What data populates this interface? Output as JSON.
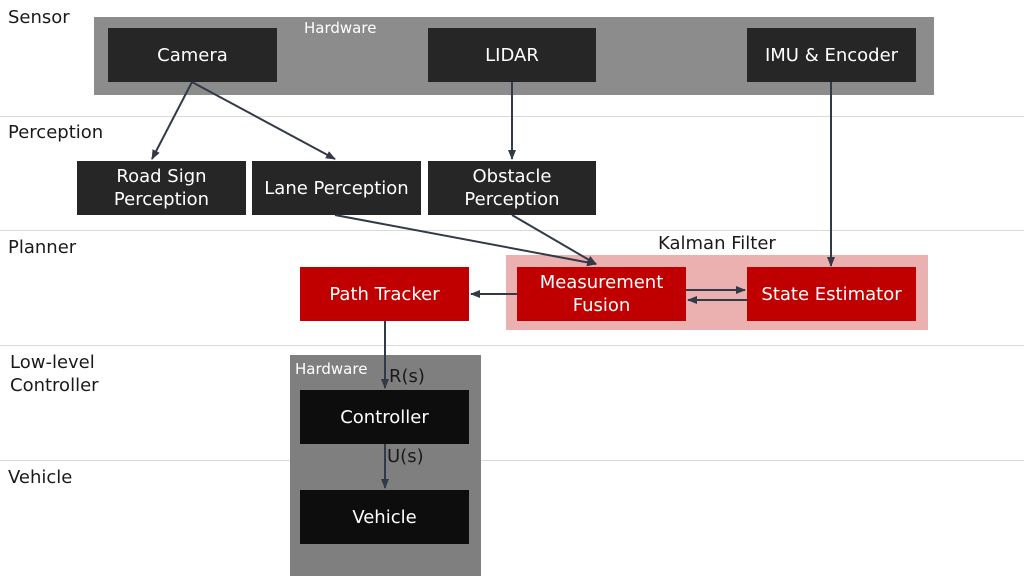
{
  "lanes": {
    "sensor": "Sensor",
    "perception": "Perception",
    "planner": "Planner",
    "low_level": "Low-level\nController",
    "vehicle": "Vehicle"
  },
  "panels": {
    "sensor_hardware": "Hardware",
    "kalman_filter": "Kalman Filter",
    "controller_hardware": "Hardware"
  },
  "nodes": {
    "camera": "Camera",
    "lidar": "LIDAR",
    "imu_encoder": "IMU & Encoder",
    "road_sign_perception": "Road Sign\nPerception",
    "lane_perception": "Lane Perception",
    "obstacle_perception": "Obstacle\nPerception",
    "measurement_fusion": "Measurement\nFusion",
    "state_estimator": "State Estimator",
    "path_tracker": "Path Tracker",
    "controller": "Controller",
    "vehicle": "Vehicle"
  },
  "signals": {
    "reference": "R(s)",
    "control": "U(s)"
  },
  "colors": {
    "hardware_panel": "#8c8c8c",
    "kalman_panel": "#ebb0b0",
    "controller_panel": "#7f7f7f",
    "node_dark": "#262626",
    "node_red": "#c00000",
    "arrow": "#323a48"
  }
}
